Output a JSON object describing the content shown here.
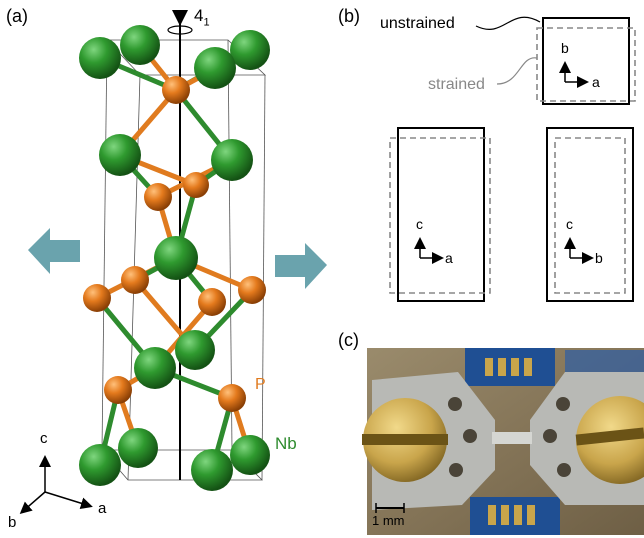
{
  "panels": {
    "a": {
      "label": "(a)",
      "axis_label": "4",
      "axis_subscript": "1",
      "atom_p": "P",
      "atom_nb": "Nb",
      "axes": {
        "c": "c",
        "a": "a",
        "b": "b"
      },
      "colors": {
        "nb": "#2e8b2e",
        "p": "#e07b1f",
        "arrow": "#6aa3ad"
      }
    },
    "b": {
      "label": "(b)",
      "unstrained": "unstrained",
      "strained": "strained",
      "top_axes": {
        "v": "b",
        "h": "a"
      },
      "left_axes": {
        "v": "c",
        "h": "a"
      },
      "right_axes": {
        "v": "c",
        "h": "b"
      }
    },
    "c": {
      "label": "(c)",
      "scale_bar": "1 mm"
    }
  }
}
